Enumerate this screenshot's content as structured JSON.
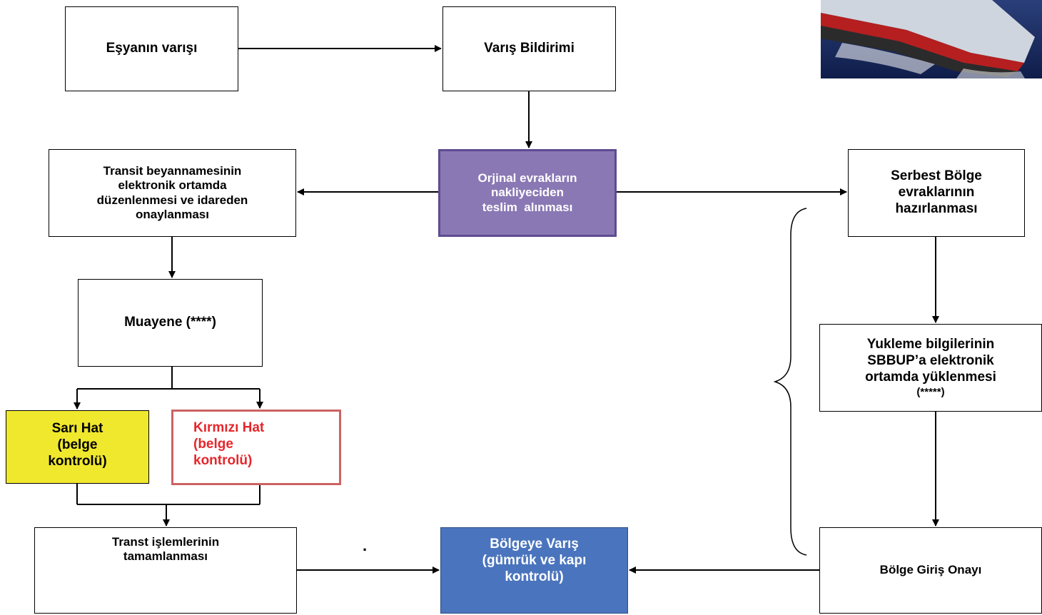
{
  "diagram": {
    "nodes": {
      "arrival": [
        "Eşyanın varışı"
      ],
      "notification": [
        "Varış Bildirimi"
      ],
      "transit_declaration": [
        "Transit beyannamesinin",
        "elektronik ortamda",
        "düzenlenmesi ve idareden",
        "onaylanması"
      ],
      "original_docs": [
        "Orjinal evrakların",
        "nakliyeciden",
        "teslim  alınması"
      ],
      "free_zone_docs": [
        "Serbest Bölge",
        "evraklarının",
        "hazırlanması"
      ],
      "inspection": [
        "Muayene (****)"
      ],
      "loading_info": [
        "Yukleme bilgilerinin",
        "SBBUP’a elektronik",
        "ortamda yüklenmesi",
        "(*****)"
      ],
      "yellow_line": [
        "Sarı Hat",
        "(belge",
        "kontrolü)"
      ],
      "red_line": [
        "Kırmızı Hat",
        "(belge",
        "kontrolü)"
      ],
      "transit_complete": [
        "Transt işlemlerinin",
        "tamamlanması"
      ],
      "zone_arrival": [
        "Bölgeye Varış",
        "(gümrük ve kapı",
        "kontrolü)"
      ],
      "zone_entry": [
        "Bölge Giriş Onayı"
      ]
    },
    "stray_mark": ".",
    "colors": {
      "original_docs_fill": "#8a78b4",
      "zone_arrival_fill": "#4a74bd",
      "yellow_fill": "#f0e82d",
      "red_text": "#e6262b",
      "red_border": "#cc6363"
    },
    "image": "ship-photo"
  }
}
